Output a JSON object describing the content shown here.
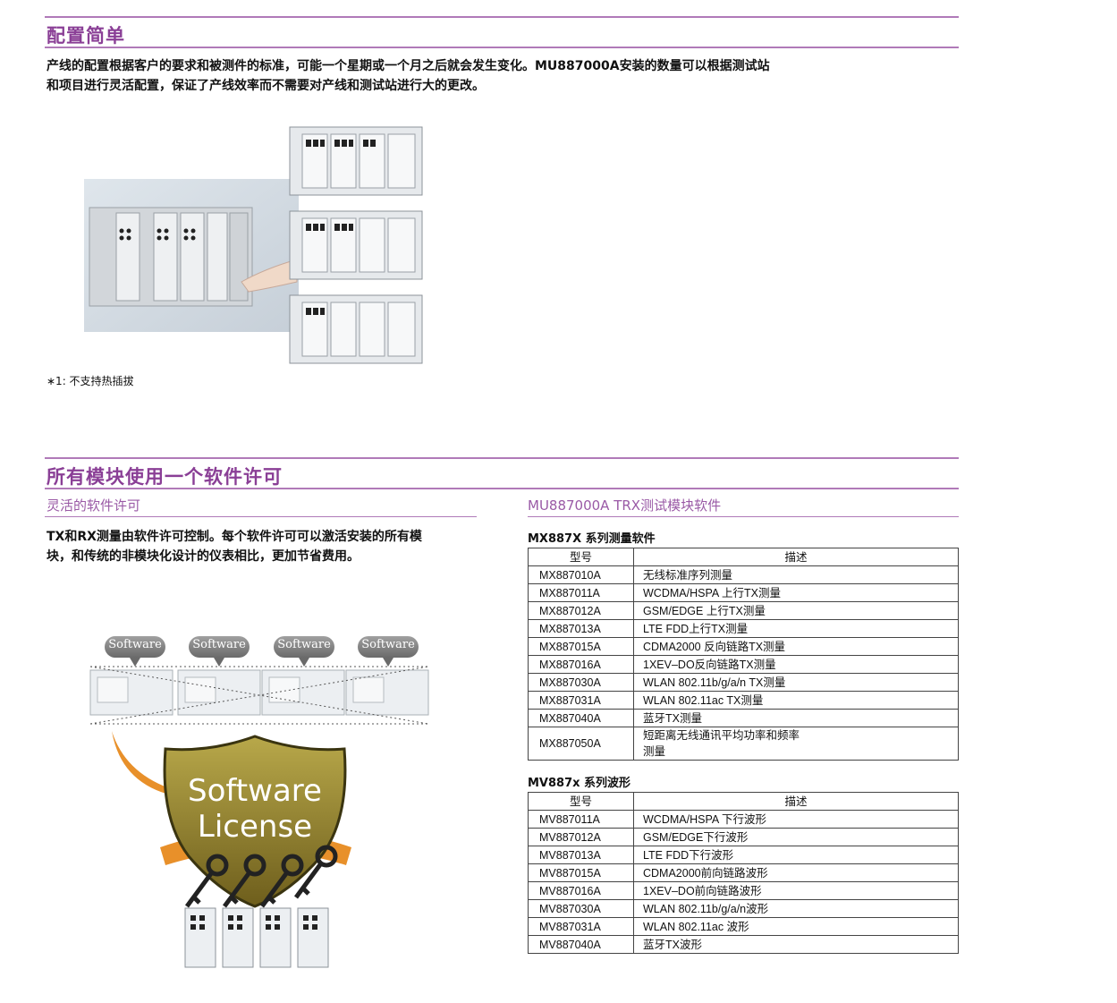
{
  "section1": {
    "title": "配置简单",
    "paragraph_line1": "产线的配置根据客户的要求和被测件的标准，可能一个星期或一个月之后就会发生变化。MU887000A安装的数量可以根据测试站",
    "paragraph_line2": "和项目进行灵活配置，保证了产线效率而不需要对产线和测试站进行大的更改。",
    "footnote": "∗1: 不支持热插拔"
  },
  "section2": {
    "title": "所有模块使用一个软件许可",
    "left_subtitle": "灵活的软件许可",
    "left_paragraph_line1": "TX和RX测量由软件许可控制。每个软件许可可以激活安装的所有模",
    "left_paragraph_line2": "块，和传统的非模块化设计的仪表相比，更加节省费用。",
    "right_subtitle": "MU887000A TRX测试模块软件",
    "illustration": {
      "bubble_label": "Software",
      "shield_line1": "Software",
      "shield_line2": "License"
    }
  },
  "table1": {
    "title": "MX887X 系列测量软件",
    "headers": [
      "型号",
      "描述"
    ],
    "rows": [
      [
        "MX887010A",
        "无线标准序列测量"
      ],
      [
        "MX887011A",
        "WCDMA/HSPA 上行TX测量"
      ],
      [
        "MX887012A",
        "GSM/EDGE 上行TX测量"
      ],
      [
        "MX887013A",
        "LTE FDD上行TX测量"
      ],
      [
        "MX887015A",
        "CDMA2000 反向链路TX测量"
      ],
      [
        "MX887016A",
        "1XEV–DO反向链路TX测量"
      ],
      [
        "MX887030A",
        "WLAN 802.11b/g/a/n TX测量"
      ],
      [
        "MX887031A",
        "WLAN 802.11ac TX测量"
      ],
      [
        "MX887040A",
        "蓝牙TX测量"
      ],
      [
        "MX887050A",
        "短距离无线通讯平均功率和频率\n测量"
      ]
    ]
  },
  "table2": {
    "title": "MV887x 系列波形",
    "headers": [
      "型号",
      "描述"
    ],
    "rows": [
      [
        "MV887011A",
        "WCDMA/HSPA 下行波形"
      ],
      [
        "MV887012A",
        "GSM/EDGE下行波形"
      ],
      [
        "MV887013A",
        "LTE FDD下行波形"
      ],
      [
        "MV887015A",
        "CDMA2000前向链路波形"
      ],
      [
        "MV887016A",
        "1XEV–DO前向链路波形"
      ],
      [
        "MV887030A",
        "WLAN 802.11b/g/a/n波形"
      ],
      [
        "MV887031A",
        "WLAN 802.11ac 波形"
      ],
      [
        "MV887040A",
        "蓝牙TX波形"
      ]
    ]
  },
  "colors": {
    "accent": "#8a3f96",
    "rule": "#b07ab8",
    "arrow": "#e8902a",
    "bubble": "#8a8a8a",
    "shield": "#8a7a2a"
  }
}
